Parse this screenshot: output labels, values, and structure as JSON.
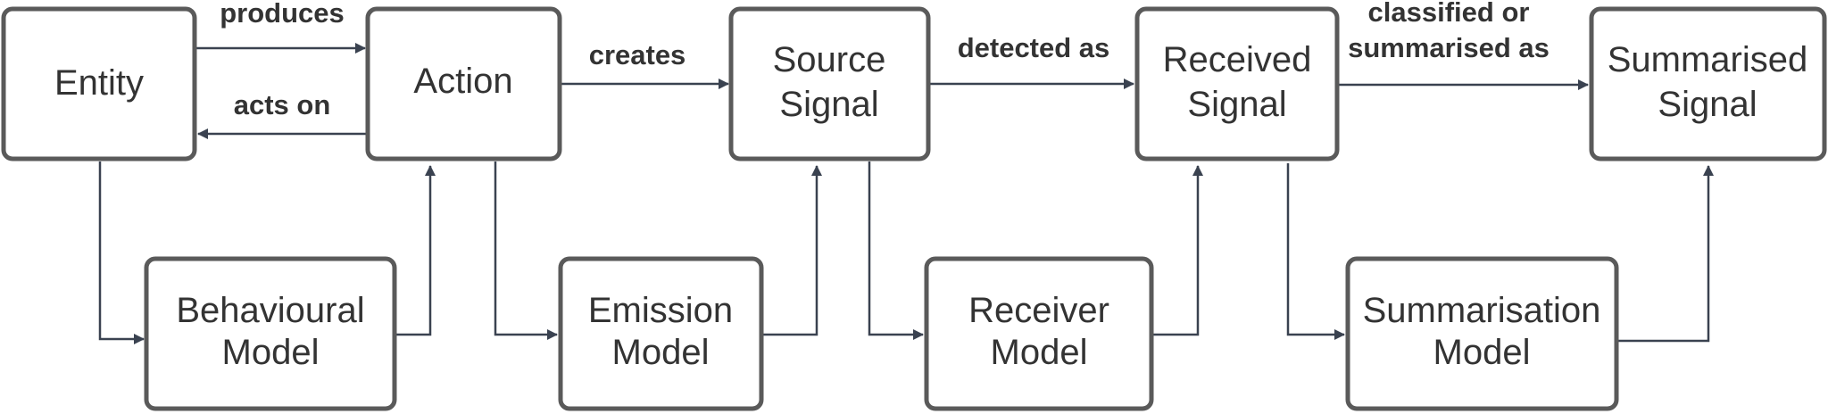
{
  "nodes": {
    "entity": {
      "label": "Entity"
    },
    "action": {
      "label": "Action"
    },
    "source_signal": {
      "line1": "Source",
      "line2": "Signal"
    },
    "received_signal": {
      "line1": "Received",
      "line2": "Signal"
    },
    "summarised_signal": {
      "line1": "Summarised",
      "line2": "Signal"
    },
    "behavioural_model": {
      "line1": "Behavioural",
      "line2": "Model"
    },
    "emission_model": {
      "line1": "Emission",
      "line2": "Model"
    },
    "receiver_model": {
      "line1": "Receiver",
      "line2": "Model"
    },
    "summarisation_model": {
      "line1": "Summarisation",
      "line2": "Model"
    }
  },
  "edges": {
    "produces": "produces",
    "acts_on": "acts on",
    "creates": "creates",
    "detected_as": "detected as",
    "classified_line1": "classified or",
    "classified_line2": "summarised as"
  },
  "colors": {
    "box_stroke": "#5a5a5a",
    "arrow": "#3a4250",
    "text": "#333333",
    "background": "#ffffff"
  }
}
